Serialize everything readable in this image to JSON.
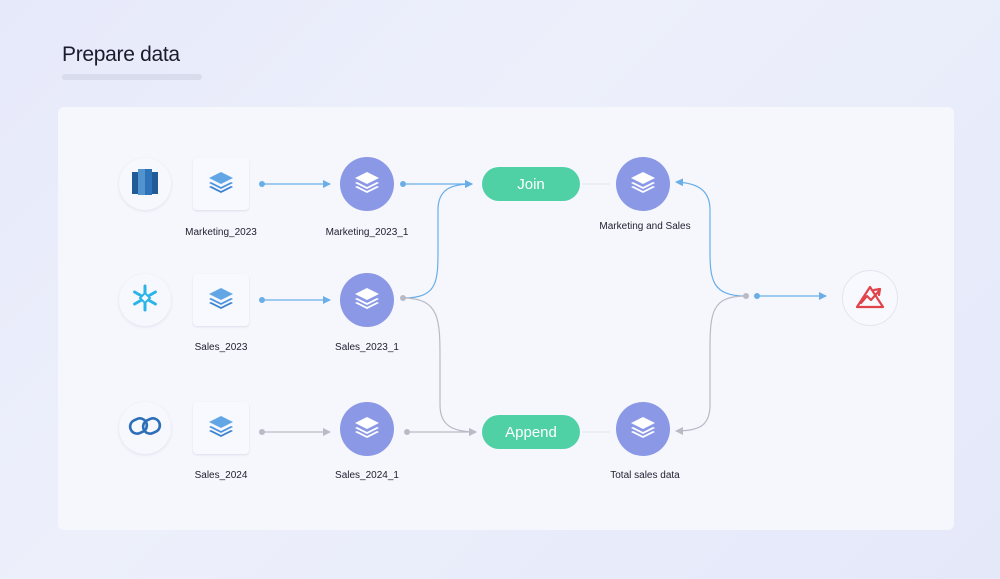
{
  "page": {
    "title": "Prepare data"
  },
  "rows": [
    {
      "table_label": "Marketing_2023",
      "dataset_label": "Marketing_2023_1",
      "source_icon": "amazon-redshift-icon"
    },
    {
      "table_label": "Sales_2023",
      "dataset_label": "Sales_2023_1",
      "source_icon": "snowflake-icon"
    },
    {
      "table_label": "Sales_2024",
      "dataset_label": "Sales_2024_1",
      "source_icon": "zoho-link-icon"
    }
  ],
  "operations": {
    "join": {
      "label": "Join",
      "output_label": "Marketing and Sales"
    },
    "append": {
      "label": "Append",
      "output_label": "Total sales data"
    }
  },
  "destination": {
    "icon": "analytics-chart-icon"
  },
  "colors": {
    "accent_blue": "#6aaee8",
    "connector_gray": "#b8bbc6",
    "dataset_purple": "#8b98e6",
    "operation_green": "#4fd1a5",
    "destination_red": "#e0434a"
  }
}
